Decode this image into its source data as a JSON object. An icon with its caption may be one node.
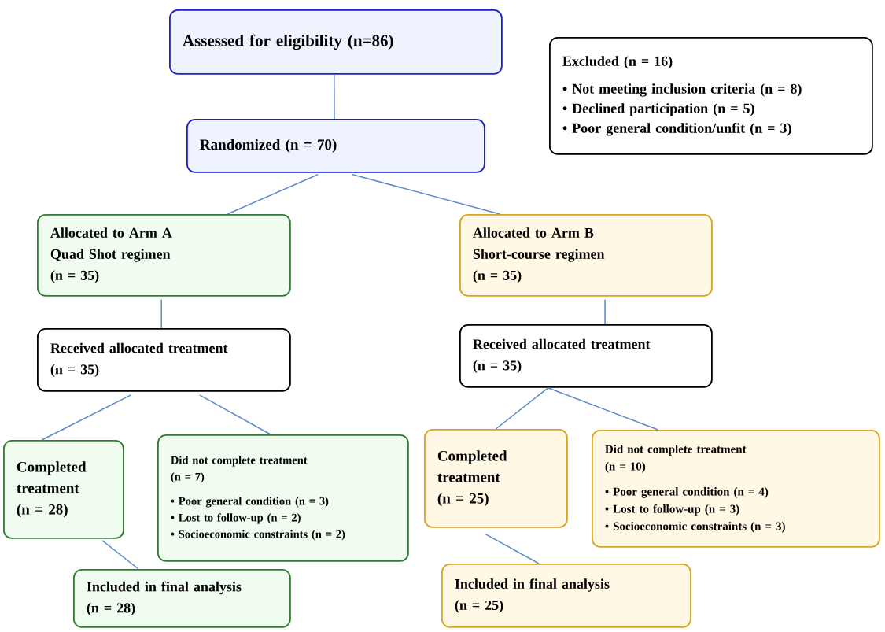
{
  "diagram": {
    "nodes": [
      {
        "text": [
          "Assessed for eligibility (n=86)"
        ]
      },
      {
        "text": [
          "Excluded (n = 16)",
          "• Not meeting inclusion criteria (n = 8)",
          "• Declined participation (n = 5)",
          "• Poor general condition/unfit (n = 3)"
        ]
      },
      {
        "text": [
          "Randomized (n = 70)"
        ]
      },
      {
        "text": [
          "Allocated to Arm A",
          "Quad Shot regimen",
          "(n = 35)"
        ]
      },
      {
        "text": [
          "Allocated to Arm B",
          "Short-course regimen",
          "(n = 35)"
        ]
      },
      {
        "text": [
          "Received allocated treatment",
          "(n = 35)"
        ]
      },
      {
        "text": [
          "Received allocated treatment",
          "(n = 35)"
        ]
      },
      {
        "text": [
          "Completed treatment",
          "(n = 28)"
        ]
      },
      {
        "text": [
          "Did not complete treatment",
          "(n = 7)",
          "• Poor general condition (n = 3)",
          "• Lost to follow-up (n = 2)",
          "• Socioeconomic constraints (n = 2)"
        ]
      },
      {
        "text": [
          "Completed treatment",
          "(n = 25)"
        ]
      },
      {
        "text": [
          "Did not complete treatment",
          "(n = 10)",
          "• Poor general condition (n = 4)",
          "• Lost to follow-up (n = 3)",
          "• Socioeconomic constraints (n = 3)"
        ]
      },
      {
        "text": [
          "Included in final analysis",
          "(n = 28)"
        ]
      },
      {
        "text": [
          "Included in final analysis",
          "(n = 25)"
        ]
      }
    ],
    "edges": [
      {
        "from": 0,
        "to": 2,
        "arrow": "none"
      },
      {
        "from": 2,
        "to": 3,
        "arrow": "none"
      },
      {
        "from": 2,
        "to": 4,
        "arrow": "none"
      },
      {
        "from": 3,
        "to": 5,
        "arrow": "none"
      },
      {
        "from": 4,
        "to": 6,
        "arrow": "none"
      },
      {
        "from": 5,
        "to": 7,
        "arrow": "none"
      },
      {
        "from": 5,
        "to": 8,
        "arrow": "none"
      },
      {
        "from": 6,
        "to": 9,
        "arrow": "none"
      },
      {
        "from": 6,
        "to": 10,
        "arrow": "none"
      },
      {
        "from": 7,
        "to": 11,
        "arrow": "none"
      },
      {
        "from": 9,
        "to": 12,
        "arrow": "none"
      }
    ]
  }
}
